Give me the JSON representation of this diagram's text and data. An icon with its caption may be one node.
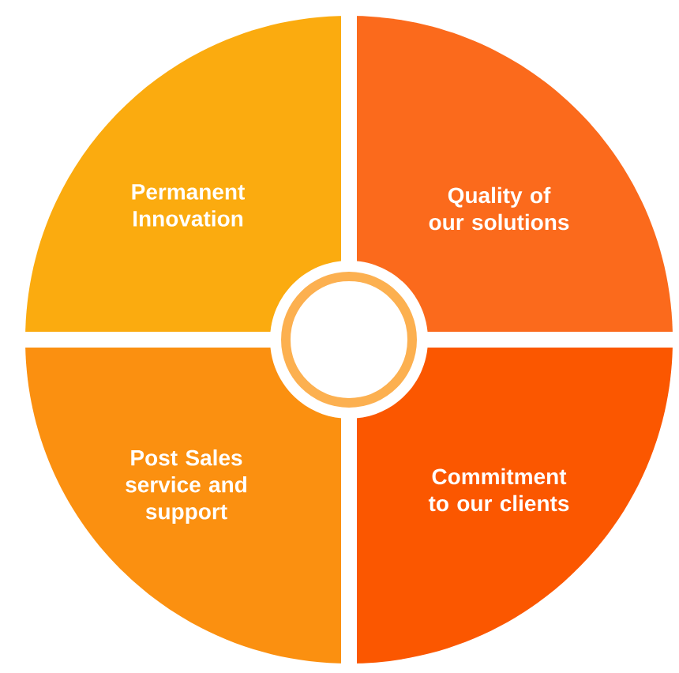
{
  "diagram": {
    "nodes": [
      {
        "text": [
          "Permanent Innovation"
        ]
      },
      {
        "text": [
          "Quality of our solutions"
        ]
      },
      {
        "text": [
          "Post Sales service and support"
        ]
      },
      {
        "text": [
          "Commitment to our clients"
        ]
      }
    ]
  }
}
